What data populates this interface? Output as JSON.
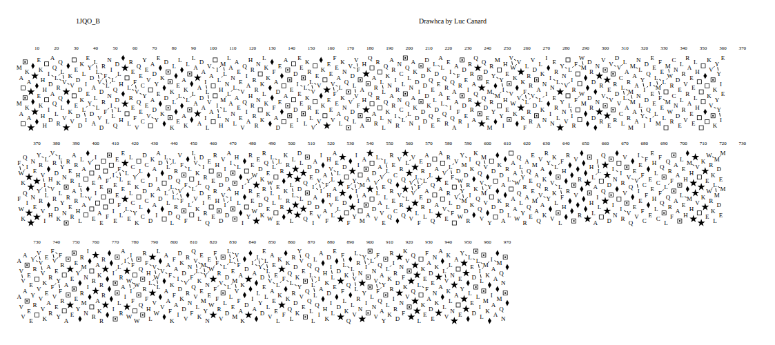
{
  "diagram": {
    "title": "1JQO_B",
    "labels": [
      "Drawhca by Luc Canard",
      "10",
      "20",
      "30",
      "40",
      "50",
      "60",
      "70",
      "80",
      "90",
      "100",
      "110",
      "120",
      "130",
      "140",
      "150",
      "160",
      "170",
      "180",
      "190",
      "200",
      "210",
      "220",
      "230",
      "240",
      "250",
      "260",
      "270",
      "280",
      "290",
      "300",
      "310",
      "320",
      "330",
      "340",
      "350",
      "360",
      "370",
      "370",
      "380",
      "390",
      "400",
      "410",
      "420",
      "430",
      "440",
      "450",
      "460",
      "470",
      "480",
      "490",
      "500",
      "510",
      "520",
      "530",
      "540",
      "550",
      "560",
      "570",
      "580",
      "590",
      "600",
      "610",
      "620",
      "630",
      "640",
      "650",
      "660",
      "670",
      "680",
      "690",
      "700",
      "710",
      "720",
      "730",
      "730",
      "740",
      "750",
      "760",
      "770",
      "780",
      "790",
      "800",
      "810",
      "820",
      "830",
      "840",
      "850",
      "860",
      "870",
      "880",
      "890",
      "900",
      "910",
      "920",
      "930",
      "940",
      "950",
      "960",
      "970",
      "M",
      "A",
      "K",
      "A",
      "E",
      "K",
      "H",
      "H",
      "I",
      "D",
      "A",
      "Q",
      "L",
      "R",
      "Q",
      "L",
      "V",
      "K",
      "V",
      "E",
      "D",
      "D",
      "K",
      "L",
      "I",
      "E",
      "Y",
      "D",
      "A",
      "L",
      "L",
      "V",
      "D",
      "R",
      "F",
      "L",
      "N",
      "I",
      "L",
      "Q",
      "D",
      "L",
      "H",
      "L",
      "R",
      "E",
      "F",
      "V",
      "Q",
      "E",
      "C",
      "Y",
      "E",
      "V",
      "A",
      "D",
      "Y",
      "E",
      "K",
      "D",
      "K",
      "L",
      "E",
      "L",
      "A",
      "K",
      "L",
      "L",
      "A",
      "A",
      "D",
      "A",
      "I",
      "L",
      "V",
      "A",
      "I",
      "L",
      "H",
      "M",
      "L",
      "N",
      "L",
      "A",
      "N",
      "L",
      "A",
      "E",
      "E",
      "V",
      "Q",
      "I",
      "A",
      "H",
      "R",
      "R",
      "R",
      "N",
      "K",
      "L",
      "K",
      "K",
      "F",
      "A",
      "D",
      "E",
      "A",
      "E",
      "D",
      "I",
      "E",
      "E",
      "L",
      "K",
      "R",
      "L",
      "V",
      "E",
      "V",
      "K",
      "E",
      "E",
      "V",
      "F",
      "E",
      "A",
      "L",
      "K",
      "N",
      "Q",
      "V",
      "D",
      "L",
      "V",
      "F",
      "A",
      "H",
      "Q",
      "A",
      "R",
      "R",
      "L",
      "L",
      "Q",
      "K",
      "N",
      "A",
      "R",
      "I",
      "R",
      "N",
      "C",
      "L",
      "Q",
      "L",
      "N",
      "A",
      "K",
      "D",
      "I",
      "D",
      "D",
      "D",
      "K",
      "Q",
      "E",
      "L",
      "D",
      "E",
      "A",
      "L",
      "Q",
      "R",
      "E",
      "I",
      "Q",
      "A",
      "A",
      "F",
      "R",
      "D",
      "E",
      "I",
      "R",
      "R",
      "A",
      "Q",
      "Q",
      "D",
      "E",
      "M",
      "R",
      "Y",
      "M",
      "Y",
      "I",
      "H",
      "E",
      "V",
      "W",
      "K",
      "V",
      "K",
      "F",
      "L",
      "R",
      "R",
      "V",
      "D",
      "A",
      "L",
      "K",
      "N",
      "I",
      "I",
      "N",
      "E",
      "R",
      "L",
      "Y",
      "N",
      "V",
      "L",
      "I",
      "R",
      "F",
      "W",
      "M",
      "D",
      "R",
      "D",
      "N",
      "R",
      "V",
      "E",
      "V",
      "R",
      "D",
      "V",
      "C",
      "L",
      "L",
      "A",
      "R",
      "M",
      "M",
      "A",
      "A",
      "N",
      "L",
      "Y",
      "I",
      "D",
      "Q",
      "I",
      "E",
      "E",
      "L",
      "M",
      "F",
      "E",
      "L",
      "M",
      "W",
      "R",
      "C",
      "N",
      "D",
      "E",
      "L",
      "R",
      "V",
      "R",
      "A",
      "E",
      "E",
      "L",
      "H",
      "K",
      "V",
      "K",
      "Y",
      "Y",
      "I",
      "E",
      "F",
      "W",
      "K",
      "Q",
      "I",
      "N",
      "E",
      "Y",
      "R",
      "V",
      "I",
      "L",
      "H",
      "V",
      "R",
      "D",
      "K",
      "L",
      "Y",
      "N",
      "R",
      "E",
      "R",
      "A",
      "R",
      "H",
      "L",
      "L",
      "A",
      "V",
      "E",
      "I",
      "A",
      "E",
      "F",
      "I",
      "E",
      "E",
      "F",
      "L",
      "E",
      "L",
      "E",
      "L",
      "C",
      "Y",
      "K",
      "L",
      "C",
      "D",
      "C",
      "D",
      "K",
      "A",
      "I",
      "A",
      "D",
      "L",
      "L",
      "D",
      "L",
      "L",
      "R",
      "Q",
      "V",
      "F",
      "F",
      "L",
      "L",
      "V",
      "K",
      "L",
      "D",
      "I",
      "R",
      "Q",
      "E",
      "E",
      "R",
      "H",
      "D",
      "V",
      "I",
      "D",
      "A",
      "I",
      "H",
      "L",
      "I",
      "Y",
      "R",
      "E",
      "W",
      "E",
      "D",
      "K",
      "R",
      "Q",
      "E",
      "W",
      "L",
      "L",
      "E",
      "L",
      "R",
      "K",
      "R",
      "L",
      "L",
      "D",
      "L",
      "Q",
      "D",
      "E",
      "I",
      "A",
      "D",
      "V",
      "I",
      "A",
      "F",
      "H",
      "V",
      "L",
      "A",
      "E",
      "L",
      "D",
      "F",
      "Y",
      "I",
      "I",
      "M",
      "A",
      "A",
      "D",
      "V",
      "L",
      "A",
      "V",
      "E",
      "L",
      "L",
      "Q",
      "R",
      "E",
      "C",
      "V",
      "R",
      "Q",
      "L",
      "V",
      "V",
      "L",
      "F",
      "E",
      "R",
      "L",
      "A",
      "D",
      "L",
      "Q",
      "A",
      "A",
      "V",
      "E",
      "R",
      "L",
      "F",
      "V",
      "D",
      "W",
      "Y",
      "M",
      "D",
      "R",
      "I",
      "K",
      "K",
      "Q",
      "Q",
      "V",
      "M",
      "V",
      "Y",
      "D",
      "K",
      "D",
      "A",
      "R",
      "L",
      "A",
      "A",
      "W",
      "Q",
      "L",
      "Y",
      "R",
      "A",
      "Q",
      "E",
      "E",
      "M",
      "A",
      "Q",
      "V",
      "A",
      "K",
      "R",
      "Y",
      "V",
      "K",
      "L",
      "L",
      "F",
      "H",
      "R",
      "V",
      "R",
      "H",
      "L",
      "A",
      "I",
      "L",
      "Q",
      "D",
      "I",
      "N",
      "I",
      "R",
      "V",
      "V",
      "Q",
      "E",
      "V",
      "I",
      "E",
      "F",
      "C",
      "F",
      "E",
      "E",
      "H",
      "L",
      "C",
      "F",
      "Q",
      "L",
      "Q",
      "R",
      "F",
      "A",
      "A",
      "L",
      "E",
      "H",
      "M",
      "H",
      "V",
      "K",
      "E",
      "W",
      "R",
      "K",
      "L",
      "M",
      "D",
      "E",
      "M",
      "A",
      "V",
      "V",
      "A",
      "E",
      "E",
      "Y",
      "R",
      "V",
      "V",
      "V",
      "K",
      "E",
      "A",
      "R",
      "F",
      "V",
      "E",
      "Y",
      "F",
      "R",
      "A",
      "E",
      "E",
      "Y",
      "R",
      "M",
      "N",
      "I",
      "R",
      "A",
      "K",
      "R",
      "R",
      "I",
      "L",
      "R",
      "A",
      "I",
      "W",
      "I",
      "F",
      "W",
      "Q",
      "R",
      "F",
      "H",
      "L",
      "V",
      "W",
      "L",
      "V",
      "A",
      "A",
      "F",
      "K",
      "F",
      "A",
      "I",
      "D",
      "K",
      "D",
      "V",
      "R",
      "N",
      "F",
      "Q",
      "V",
      "L",
      "K",
      "E",
      "M",
      "Y",
      "N",
      "E",
      "W",
      "F",
      "F",
      "R",
      "V",
      "L",
      "D",
      "L",
      "L",
      "E",
      "M",
      "V",
      "F",
      "A",
      "K",
      "D",
      "I",
      "A",
      "L",
      "Y",
      "D",
      "E",
      "L",
      "L",
      "V",
      "A",
      "E",
      "E",
      "L",
      "K",
      "F",
      "K",
      "Q",
      "L",
      "R",
      "D",
      "K",
      "Y",
      "V",
      "E",
      "Q",
      "Q",
      "L",
      "L",
      "L",
      "Q",
      "I",
      "A",
      "H",
      "K",
      "D",
      "I",
      "L",
      "E",
      "D",
      "F",
      "L",
      "K",
      "Q",
      "L",
      "V",
      "L",
      "R",
      "N",
      "Y",
      "I",
      "L",
      "N",
      "V",
      "F",
      "Q",
      "A",
      "Y",
      "L",
      "K",
      "R",
      "I",
      "R",
      "D",
      "N",
      "F",
      "K",
      "V",
      "Q",
      "L",
      "K",
      "E",
      "F",
      "A",
      "D",
      "E",
      "N",
      "K",
      "A",
      "L",
      "V",
      "K",
      "L",
      "N",
      "A",
      "E",
      "Y",
      "L",
      "E",
      "D",
      "L",
      "I",
      "L",
      "M",
      "K",
      "I",
      "A",
      "A",
      "M",
      "Q",
      "N",
      "M",
      "A",
      "K",
      "A",
      "E",
      "K",
      "H",
      "H",
      "I",
      "D",
      "A",
      "Q",
      "L",
      "R",
      "Q",
      "L",
      "V",
      "K",
      "V",
      "E",
      "D",
      "D",
      "K",
      "L",
      "I",
      "E",
      "Y",
      "D",
      "A",
      "L",
      "L",
      "V",
      "D",
      "R",
      "F",
      "L",
      "N",
      "I",
      "L",
      "Q",
      "D",
      "L",
      "H",
      "L",
      "R",
      "E",
      "F",
      "V",
      "Q",
      "E",
      "C",
      "Y",
      "E",
      "V",
      "A",
      "D",
      "Y",
      "E",
      "K",
      "D",
      "K",
      "L",
      "E",
      "L",
      "A",
      "K",
      "L",
      "L",
      "A",
      "A",
      "D",
      "A",
      "I",
      "L",
      "V",
      "A",
      "I",
      "L",
      "H",
      "M",
      "L",
      "N",
      "L",
      "A",
      "N",
      "L",
      "A",
      "E",
      "E",
      "V",
      "Q",
      "I",
      "A",
      "H",
      "R",
      "R",
      "R",
      "N",
      "K",
      "L",
      "K",
      "K",
      "F",
      "A",
      "D",
      "E",
      "A",
      "E",
      "D",
      "I",
      "E",
      "E",
      "L",
      "K",
      "R",
      "L",
      "V",
      "E",
      "V",
      "K",
      "E",
      "E",
      "V",
      "F",
      "E",
      "A",
      "L",
      "K",
      "N",
      "Q",
      "V",
      "D",
      "L",
      "V",
      "F",
      "A",
      "H",
      "Q",
      "A",
      "R",
      "R",
      "L",
      "L",
      "Q",
      "K",
      "N",
      "A",
      "R",
      "I",
      "R",
      "N",
      "C",
      "L",
      "Q",
      "L",
      "N",
      "A",
      "K",
      "D",
      "I",
      "D",
      "D",
      "D",
      "K",
      "Q",
      "E",
      "L",
      "D",
      "E",
      "A",
      "L",
      "Q",
      "R",
      "E",
      "I",
      "Q",
      "A",
      "A",
      "F",
      "R",
      "D",
      "E",
      "I",
      "R",
      "R",
      "A",
      "Q",
      "Q",
      "D",
      "E",
      "M",
      "R",
      "Y",
      "M",
      "Y",
      "I",
      "H",
      "E",
      "V",
      "W",
      "K",
      "V",
      "K",
      "F",
      "L",
      "R",
      "R",
      "V",
      "D",
      "A",
      "L",
      "K",
      "N",
      "I",
      "I",
      "N",
      "E",
      "R",
      "L",
      "Y",
      "N",
      "V",
      "L",
      "I",
      "R",
      "F",
      "W",
      "M",
      "D",
      "R",
      "D",
      "N",
      "R",
      "V",
      "E",
      "V",
      "R",
      "D",
      "V",
      "C",
      "L",
      "L",
      "A",
      "R",
      "M",
      "M",
      "A",
      "A",
      "N",
      "L",
      "Y",
      "I",
      "D",
      "Q",
      "I",
      "E",
      "E",
      "L",
      "M",
      "F",
      "E",
      "L",
      "M",
      "W",
      "R",
      "C",
      "N",
      "D",
      "E",
      "L",
      "R",
      "V",
      "R",
      "A",
      "E",
      "E",
      "L",
      "H",
      "K",
      "V",
      "K",
      "Y",
      "Y",
      "I",
      "E",
      "F",
      "W",
      "K",
      "Q",
      "I",
      "N",
      "E",
      "Y",
      "R",
      "V",
      "I",
      "L",
      "H",
      "V",
      "R",
      "D",
      "K",
      "L",
      "Y",
      "N",
      "R",
      "E",
      "R",
      "A",
      "R",
      "H",
      "L",
      "L",
      "A",
      "V",
      "E",
      "I",
      "A",
      "E",
      "F",
      "I",
      "E",
      "E",
      "F",
      "L",
      "E",
      "L",
      "E",
      "L",
      "C",
      "Y",
      "K",
      "L",
      "C",
      "D",
      "C",
      "D",
      "K",
      "A",
      "I",
      "A",
      "D",
      "L",
      "L",
      "D",
      "L",
      "L",
      "R",
      "Q",
      "V",
      "F",
      "F",
      "L",
      "L",
      "V",
      "K",
      "L",
      "D",
      "I",
      "R",
      "Q",
      "E",
      "E",
      "R",
      "H",
      "D",
      "V",
      "I",
      "D",
      "A",
      "I",
      "H",
      "L",
      "I",
      "Y",
      "R",
      "E",
      "W",
      "E",
      "D",
      "K",
      "R",
      "Q",
      "E",
      "W",
      "L",
      "L",
      "E",
      "L",
      "R",
      "K",
      "R",
      "L",
      "L",
      "D",
      "L",
      "Q",
      "D",
      "E",
      "I",
      "A",
      "D",
      "V",
      "I",
      "A",
      "F",
      "H",
      "V",
      "L",
      "A",
      "E",
      "L",
      "D",
      "F",
      "Y",
      "I",
      "I",
      "M",
      "A",
      "A",
      "D",
      "V",
      "L",
      "A",
      "V",
      "E",
      "L",
      "L",
      "Q",
      "R",
      "E",
      "C",
      "V",
      "R",
      "Q",
      "L",
      "V",
      "V",
      "L",
      "F",
      "E",
      "R",
      "L",
      "A",
      "D",
      "L",
      "Q",
      "A",
      "A",
      "V",
      "E",
      "R",
      "L",
      "F",
      "V",
      "D",
      "W",
      "Y",
      "M",
      "D",
      "R",
      "I",
      "K",
      "K",
      "Q",
      "Q",
      "V",
      "M",
      "V",
      "Y",
      "D",
      "K",
      "D",
      "A",
      "R",
      "L",
      "A",
      "A",
      "W",
      "Q",
      "L",
      "Y",
      "R",
      "A",
      "Q",
      "E",
      "E",
      "M",
      "A",
      "Q",
      "V",
      "A",
      "K",
      "R",
      "Y",
      "V",
      "K",
      "L",
      "L",
      "F",
      "H",
      "R",
      "V",
      "R",
      "H",
      "L",
      "A",
      "I",
      "L",
      "Q",
      "D",
      "I",
      "N",
      "I",
      "R",
      "V",
      "V",
      "Q",
      "E",
      "V",
      "I",
      "E",
      "F",
      "C",
      "F",
      "E",
      "E",
      "H",
      "L",
      "C",
      "F",
      "Q",
      "L",
      "Q",
      "R",
      "F",
      "A",
      "A",
      "L",
      "E",
      "H",
      "M",
      "H",
      "V",
      "K",
      "E",
      "W",
      "R",
      "K",
      "L",
      "M",
      "D",
      "E",
      "M",
      "A",
      "V",
      "V",
      "A",
      "E",
      "E",
      "Y",
      "R",
      "V",
      "V",
      "V",
      "K",
      "E",
      "A",
      "R",
      "F",
      "V",
      "E",
      "Y",
      "F",
      "R",
      "A",
      "E",
      "E",
      "Y",
      "R",
      "M",
      "N",
      "I",
      "R",
      "A",
      "K",
      "R",
      "R",
      "I",
      "L",
      "R",
      "A",
      "I",
      "W",
      "I",
      "F",
      "W",
      "Q",
      "R",
      "F",
      "H",
      "L",
      "V",
      "W",
      "L",
      "V",
      "A",
      "A",
      "F",
      "K",
      "F",
      "A",
      "I",
      "D",
      "K",
      "D",
      "V",
      "R",
      "N",
      "F",
      "Q",
      "V",
      "L",
      "K",
      "E",
      "M",
      "Y",
      "N",
      "E",
      "W",
      "F",
      "F",
      "R",
      "V",
      "L",
      "D",
      "L",
      "L",
      "E",
      "M",
      "V",
      "F",
      "A",
      "K",
      "D",
      "I",
      "A",
      "L",
      "Y",
      "D",
      "E",
      "L",
      "L",
      "V",
      "A",
      "E",
      "E",
      "L",
      "K",
      "F",
      "K",
      "Q",
      "L",
      "R",
      "D",
      "K",
      "Y",
      "V",
      "E",
      "Q",
      "Q",
      "L",
      "L",
      "L",
      "Q",
      "I",
      "A",
      "H",
      "K",
      "D",
      "I",
      "L",
      "E",
      "D",
      "F",
      "L",
      "K",
      "Q",
      "L",
      "V",
      "L",
      "R",
      "N",
      "Y",
      "I",
      "L",
      "N",
      "V",
      "F",
      "Q",
      "A",
      "Y",
      "L",
      "K",
      "R",
      "I",
      "R",
      "D",
      "N",
      "F",
      "K",
      "V",
      "Q",
      "L",
      "K",
      "E",
      "F",
      "A",
      "D",
      "E",
      "N",
      "K",
      "A",
      "L",
      "V",
      "K",
      "L",
      "N",
      "A",
      "E",
      "Y",
      "L",
      "E",
      "D",
      "L",
      "I",
      "L",
      "M",
      "K",
      "I",
      "A",
      "A",
      "M",
      "Q",
      "N"
    ]
  }
}
